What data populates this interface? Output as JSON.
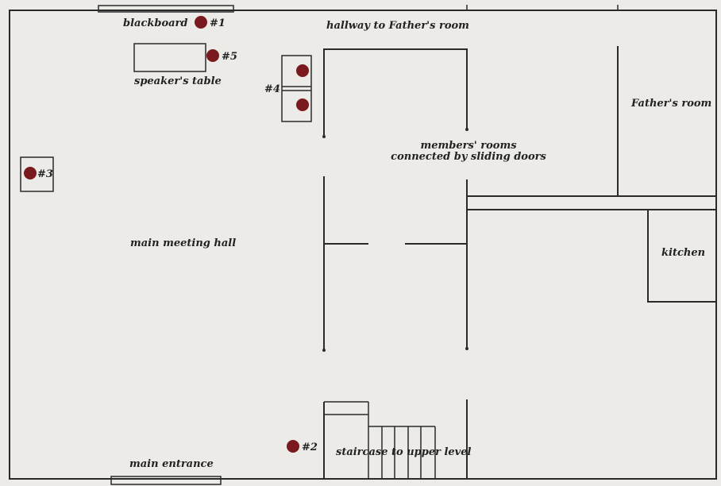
{
  "labels": {
    "blackboard": "blackboard",
    "speakers_table": "speaker's table",
    "hallway": "hallway to Father's room",
    "fathers_room": "Father's room",
    "members_rooms_line1": "members' rooms",
    "members_rooms_line2": "connected by sliding doors",
    "main_hall": "main meeting hall",
    "kitchen": "kitchen",
    "staircase": "staircase to upper level",
    "main_entrance": "main entrance"
  },
  "markers": {
    "m1": "#1",
    "m2": "#2",
    "m3": "#3",
    "m4": "#4",
    "m5": "#5"
  },
  "colors": {
    "marker": "#7a1a1e",
    "wall": "#2a2a2a",
    "background": "#ecebe8"
  }
}
